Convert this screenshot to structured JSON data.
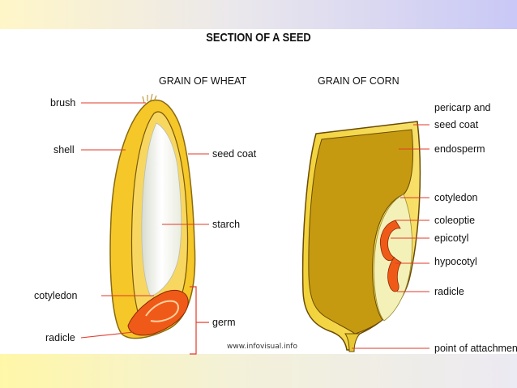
{
  "title": "SECTION OF A SEED",
  "wheat": {
    "heading": "GRAIN OF WHEAT",
    "labels": {
      "brush": "brush",
      "shell": "shell",
      "seed_coat": "seed coat",
      "starch": "starch",
      "cotyledon": "cotyledon",
      "radicle": "radicle",
      "germ": "germ"
    }
  },
  "corn": {
    "heading": "GRAIN OF CORN",
    "labels": {
      "pericarp_line1": "pericarp and",
      "pericarp_line2": "seed coat",
      "endosperm": "endosperm",
      "cotyledon": "cotyledon",
      "coleoptie": "coleoptie",
      "epicotyl": "epicotyl",
      "hypocotyl": "hypocotyl",
      "radicle": "radicle",
      "point_of_attachment": "point of attachment"
    }
  },
  "credit": "www.infovisual.info",
  "colors": {
    "leader_line": "#e23a2a",
    "shell": "#f5c728",
    "endosperm": "#c59a10",
    "germ": "#f05a18",
    "cotyledon_light": "#f4f1b8"
  }
}
